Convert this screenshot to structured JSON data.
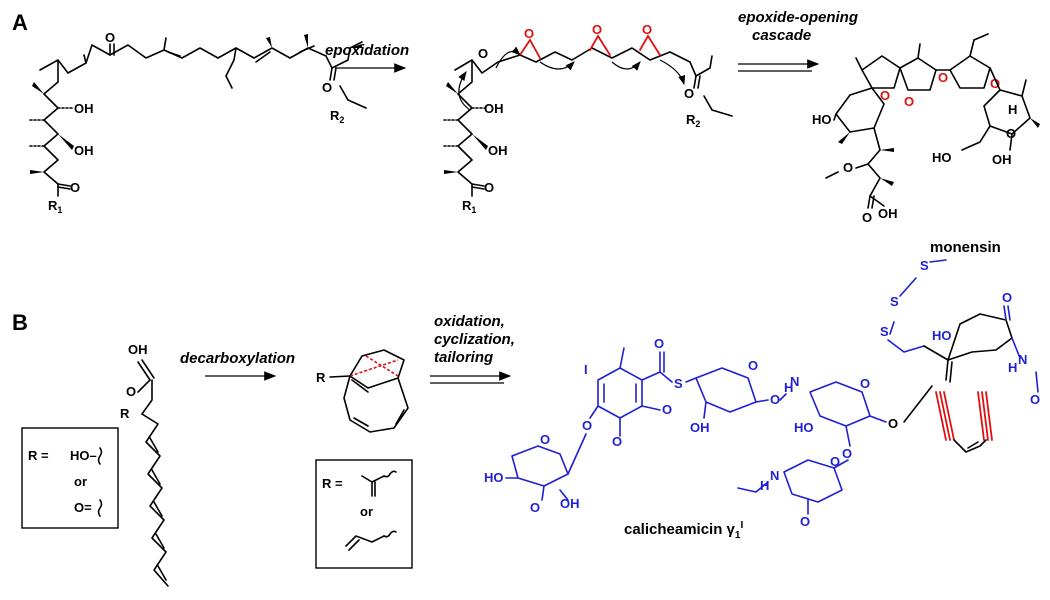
{
  "panels": {
    "a_label": "A",
    "b_label": "B"
  },
  "panel_a": {
    "step1": "epoxidation",
    "step2_line1": "epoxide-opening",
    "step2_line2": "cascade",
    "product": "monensin",
    "atoms": {
      "O": "O",
      "OH": "OH",
      "HO": "HO",
      "H": "H",
      "R1": "R",
      "R1_sub": "1",
      "R2": "R",
      "R2_sub": "2"
    }
  },
  "panel_b": {
    "step1": "decarboxylation",
    "step2_line1": "oxidation,",
    "step2_line2": "cyclization,",
    "step2_line3": "tailoring",
    "product_name": "calicheamicin γ",
    "product_sub": "1",
    "product_sup": "I",
    "r_box1": {
      "r_eq": "R =",
      "opt1": "HO–",
      "or": "or",
      "opt2": "O="
    },
    "r_box2": {
      "r_eq": "R =",
      "or": "or"
    },
    "atoms": {
      "OH": "OH",
      "R": "R",
      "I": "I",
      "S": "S",
      "O": "O",
      "HO": "HO",
      "NH": "NH",
      "H": "H",
      "N": "N"
    }
  },
  "colors": {
    "structure": "#000000",
    "highlight_blue": "#1f1fd6",
    "highlight_red": "#e01010"
  }
}
